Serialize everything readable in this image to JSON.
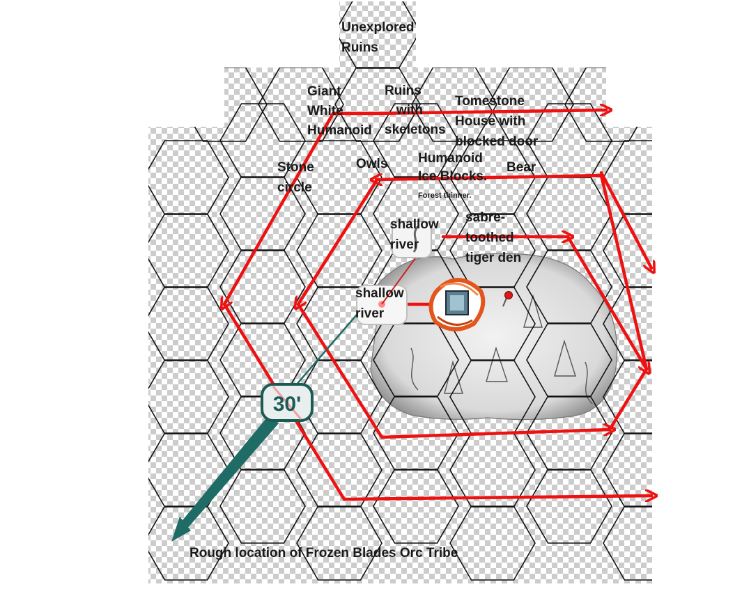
{
  "map": {
    "labels": {
      "unexplored_ruins": [
        "Unexplored",
        "Ruins"
      ],
      "giant_white_humanoid": [
        "Giant",
        "White",
        "Humanoid"
      ],
      "ruins_with_skeletons": [
        "Ruins",
        "with",
        "skeletons"
      ],
      "tomestone_house": [
        "Tomestone",
        "House with",
        "blocked door"
      ],
      "stone_circle": [
        "Stone",
        "circle"
      ],
      "owls": [
        "Owls"
      ],
      "humanoid_ice_blocks": [
        "Humanoid",
        "Ice Blocks."
      ],
      "forest_thinner": "Forest thinner.",
      "bear": [
        "Bear"
      ],
      "shallow_river_upper": [
        "shallow",
        "river"
      ],
      "sabre_toothed_tiger_den": [
        "sabre-",
        "toothed",
        "tiger den"
      ],
      "shallow_river_lower": [
        "shallow",
        "river"
      ],
      "orc_tribe_location": "Rough location of Frozen Blades Orc Tribe"
    },
    "scale_badge": "30'",
    "icons": [
      "campfire-token-icon",
      "location-pin-icon",
      "river-token-icon",
      "compass-arrow-icon",
      "tree-icon"
    ],
    "colors": {
      "route": "#ee1111",
      "hex_line": "#111111",
      "pointer_arrow": "#1f6b65",
      "fire": "#e2561e",
      "checker_light": "#ffffff",
      "checker_dark": "#cccccc"
    }
  }
}
